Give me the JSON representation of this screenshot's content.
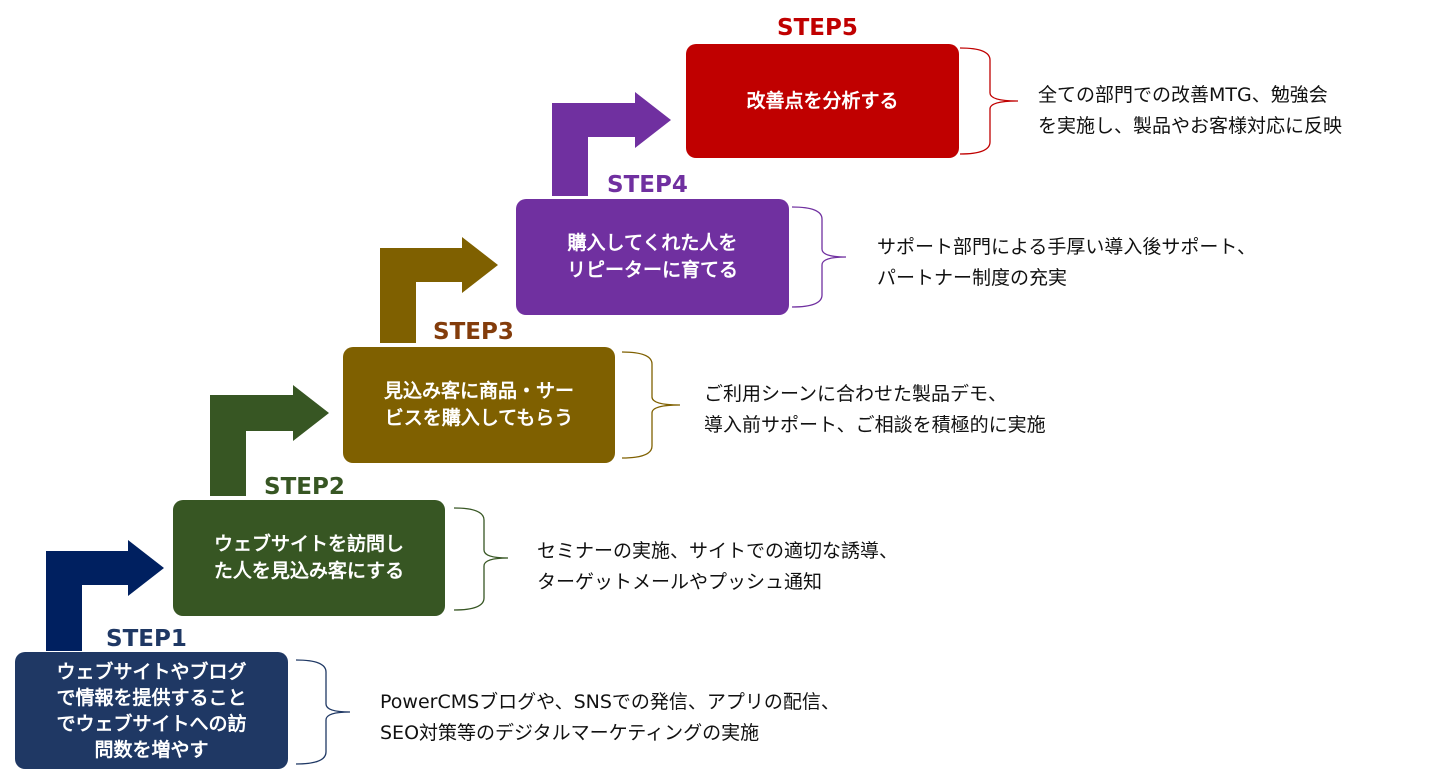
{
  "steps": [
    {
      "label": "STEP1",
      "box": "ウェブサイトやブログ\nで情報を提供すること\nでウェブサイトへの訪\n問数を増やす",
      "desc": "PowerCMSブログや、SNSでの発信、アプリの配信、\nSEO対策等のデジタルマーケティングの実施",
      "color": "#1f3864",
      "label_color": "#1f3864"
    },
    {
      "label": "STEP2",
      "box": "ウェブサイトを訪問し\nた人を見込み客にする",
      "desc": "セミナーの実施、サイトでの適切な誘導、\nターゲットメールやプッシュ通知",
      "color": "#375623",
      "label_color": "#375623"
    },
    {
      "label": "STEP3",
      "box": "見込み客に商品・サー\nビスを購入してもらう",
      "desc": "ご利用シーンに合わせた製品デモ、\n導入前サポート、ご相談を積極的に実施",
      "color": "#7f6000",
      "label_color": "#833c0b"
    },
    {
      "label": "STEP4",
      "box": "購入してくれた人を\nリピーターに育てる",
      "desc": "サポート部門による手厚い導入後サポート、\nパートナー制度の充実",
      "color": "#7030a0",
      "label_color": "#7030a0"
    },
    {
      "label": "STEP5",
      "box": "改善点を分析する",
      "desc": "全ての部門での改善MTG、勉強会\nを実施し、製品やお客様対応に反映",
      "color": "#c00000",
      "label_color": "#c00000"
    }
  ],
  "arrow_colors": [
    "#002060",
    "#375623",
    "#7f6000",
    "#7030a0"
  ]
}
